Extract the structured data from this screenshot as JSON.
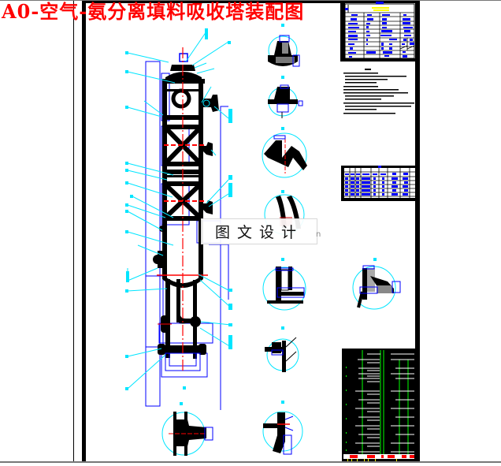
{
  "drawing": {
    "title": "A0-空气-氨分离填料吸收塔装配图",
    "watermark": "图文设计",
    "watermark_suffix": "n",
    "colors": {
      "title": "#ff0000",
      "frame": "#000000",
      "outline": "#0000ff",
      "leader": "#00e5ff",
      "centerline": "#ff0000",
      "parts_list_lines": "#00ff00",
      "background": "#ffffff"
    }
  },
  "views": {
    "main_view": "tower-elevation",
    "detail_views_count": 10
  },
  "title_block": {
    "header_highlight": "yellow",
    "rows": 10,
    "columns": 4
  },
  "parts_table": {
    "rows": 6,
    "columns": 8
  },
  "bill_of_materials": {
    "rows": 24,
    "columns": 6
  }
}
